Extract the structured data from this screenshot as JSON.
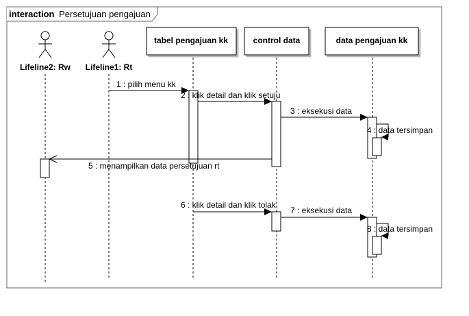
{
  "frame": {
    "keyword": "interaction",
    "name": "Persetujuan pengajuan"
  },
  "actors": [
    {
      "id": "rw",
      "label": "Lifeline2: Rw"
    },
    {
      "id": "rt",
      "label": "Lifeline1: Rt"
    }
  ],
  "objects": [
    {
      "id": "tabel",
      "label": "tabel pengajuan kk"
    },
    {
      "id": "control",
      "label": "control data"
    },
    {
      "id": "data",
      "label": "data pengajuan kk"
    }
  ],
  "messages": [
    {
      "n": 1,
      "label": "1 : pilih menu kk"
    },
    {
      "n": 2,
      "label": "2 : klik detail dan klik setuju"
    },
    {
      "n": 3,
      "label": "3 : eksekusi data"
    },
    {
      "n": 4,
      "label": "4 : data tersimpan"
    },
    {
      "n": 5,
      "label": "5 : menampilkan data persetujuan rt"
    },
    {
      "n": 6,
      "label": "6 : klik detail dan klik tolak"
    },
    {
      "n": 7,
      "label": "7 : eksekusi data"
    },
    {
      "n": 8,
      "label": "8 : data tersimpan"
    }
  ]
}
